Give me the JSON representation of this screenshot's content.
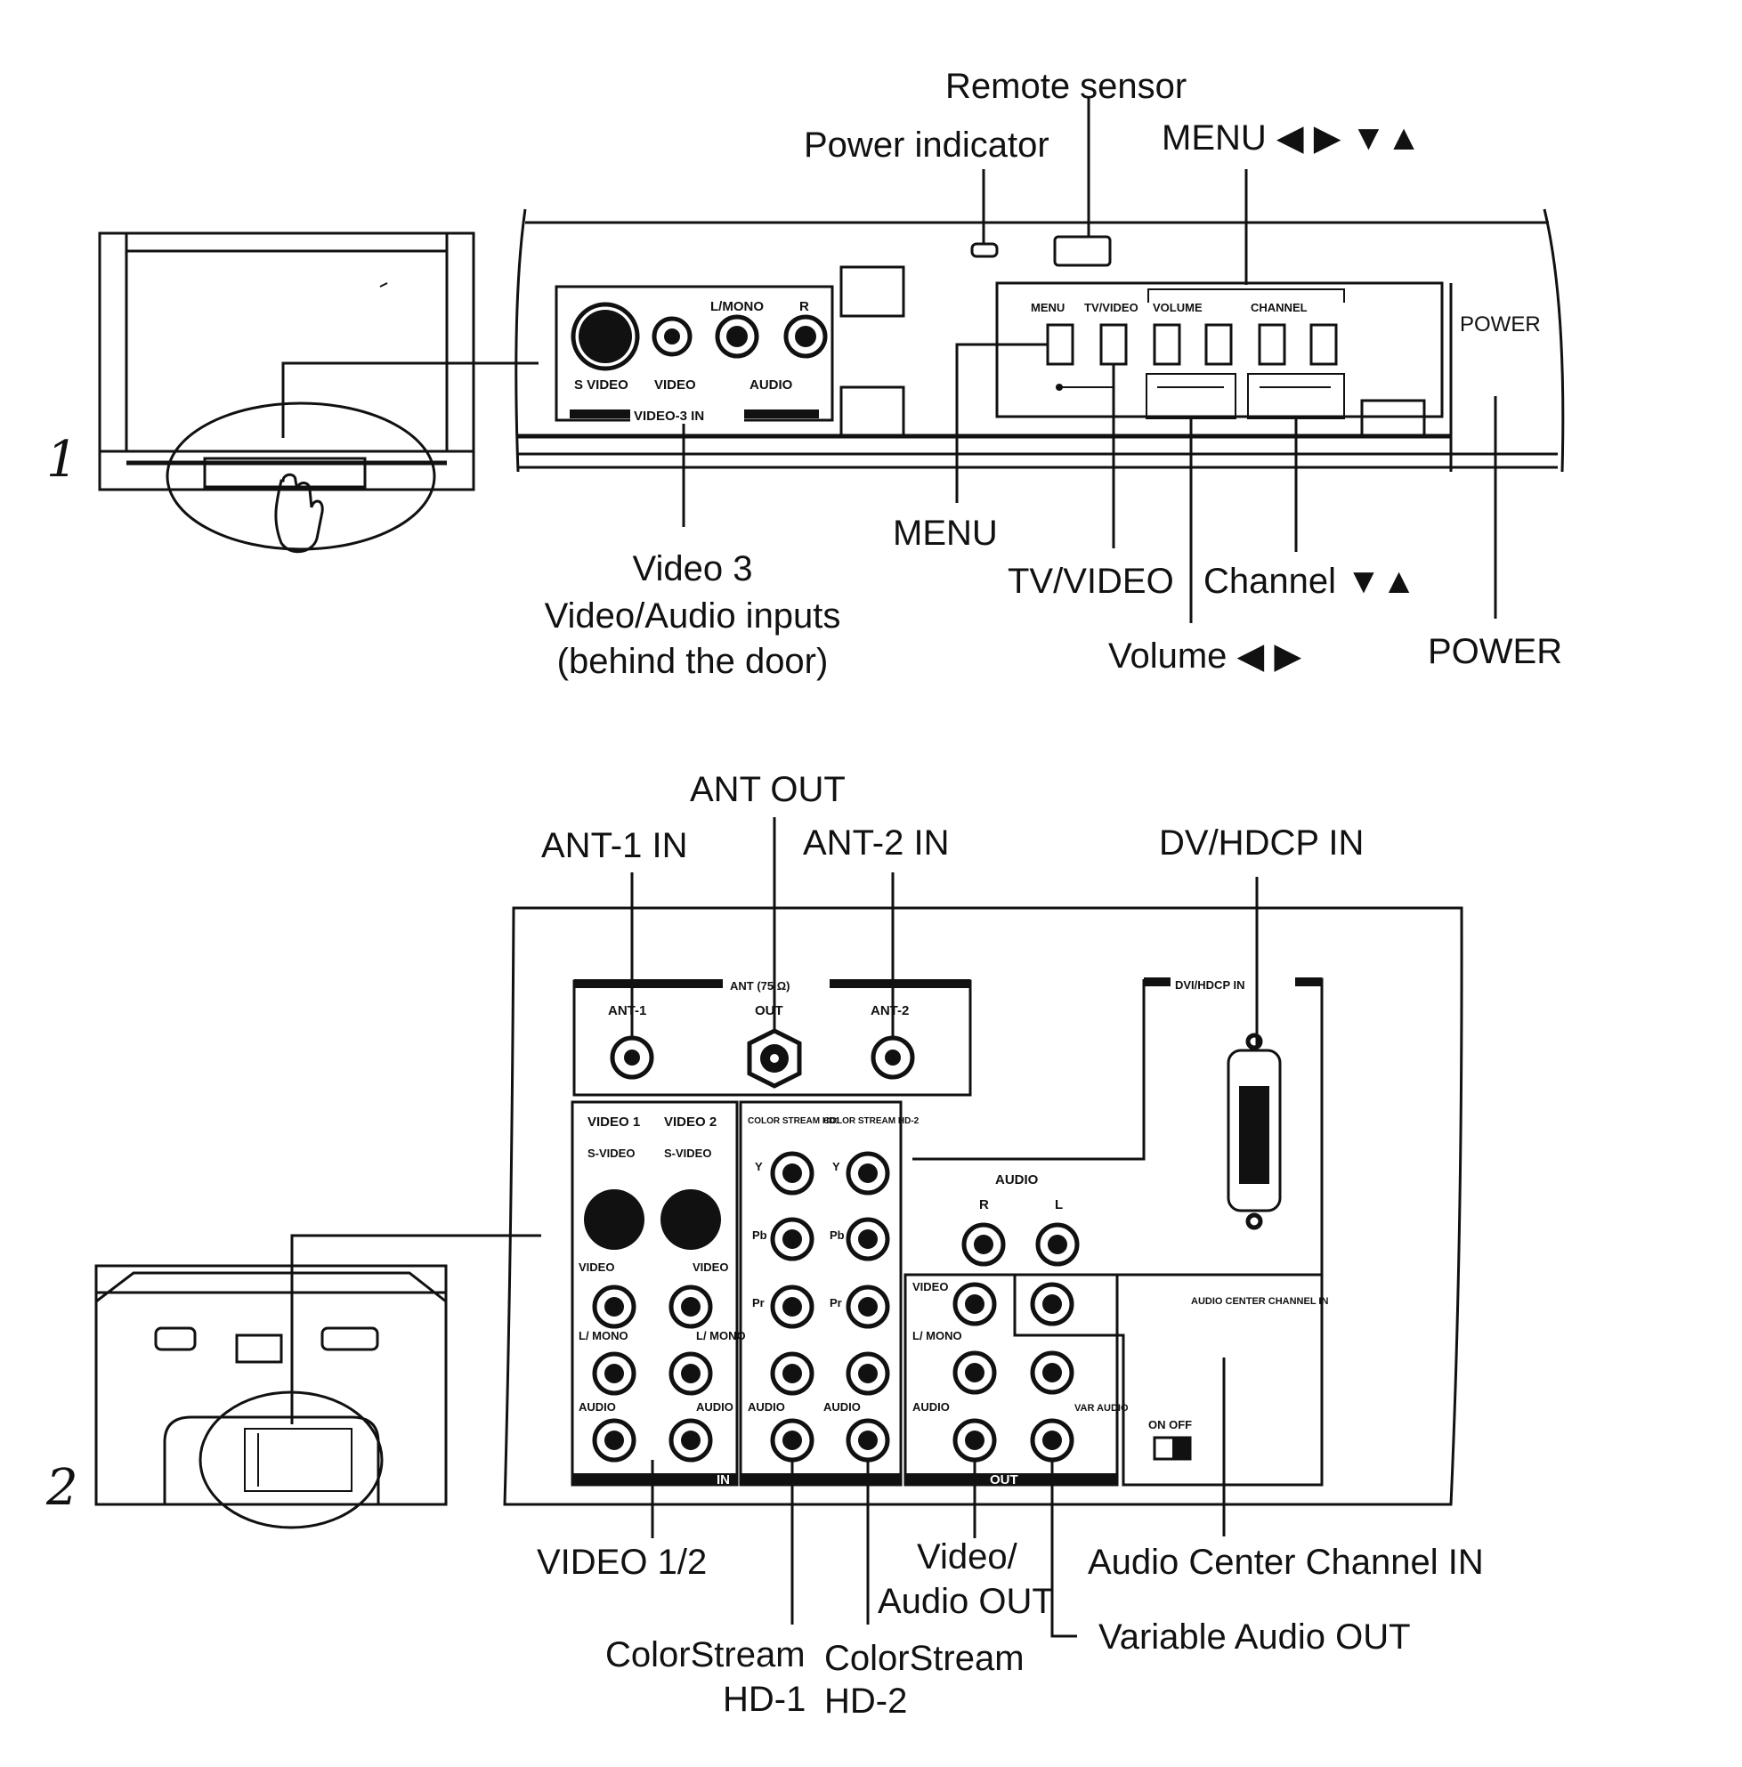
{
  "figure1": {
    "number": "1",
    "callouts": {
      "remote_sensor": "Remote sensor",
      "power_indicator": "Power indicator",
      "menu_arrows": "MENU ◀ ▶ ▼▲",
      "menu": "MENU",
      "tv_video": "TV/VIDEO",
      "channel": "Channel ▼▲",
      "volume": "Volume ◀ ▶",
      "power": "POWER",
      "video3_line1": "Video 3",
      "video3_line2": "Video/Audio inputs",
      "video3_line3": "(behind the door)"
    },
    "panel": {
      "s_video": "S VIDEO",
      "video": "VIDEO",
      "l_mono": "L/MONO",
      "r": "R",
      "audio": "AUDIO",
      "video3_in": "VIDEO-3 IN",
      "btn_menu": "MENU",
      "btn_tvvideo": "TV/VIDEO",
      "btn_volume": "VOLUME",
      "btn_channel": "CHANNEL",
      "power_box": "POWER"
    }
  },
  "figure2": {
    "number": "2",
    "callouts": {
      "ant_out": "ANT OUT",
      "ant1_in": "ANT-1 IN",
      "ant2_in": "ANT-2 IN",
      "dvi_in": "DV/HDCP IN",
      "video12": "VIDEO 1/2",
      "va_out_line1": "Video/",
      "va_out_line2": "Audio OUT",
      "audio_center": "Audio Center Channel IN",
      "variable_audio": "Variable Audio OUT",
      "cs1_line1": "ColorStream",
      "cs1_line2": "HD-1",
      "cs2_line1": "ColorStream",
      "cs2_line2": "HD-2"
    },
    "panel": {
      "ant_header": "ANT (75 Ω)",
      "ant1": "ANT-1",
      "out": "OUT",
      "ant2": "ANT-2",
      "dvi_header": "DVI/HDCP IN",
      "video1": "VIDEO 1",
      "video2": "VIDEO 2",
      "s_video": "S-VIDEO",
      "cs1": "COLOR STREAM HD1",
      "cs2": "COLOR STREAM HD-2",
      "y": "Y",
      "pb": "Pb",
      "pr": "Pr",
      "video": "VIDEO",
      "l_mono": "L/ MONO",
      "audio": "AUDIO",
      "l": "L",
      "r": "R",
      "in": "IN",
      "out_label": "OUT",
      "var_audio": "VAR AUDIO",
      "audio_center": "AUDIO CENTER CHANNEL IN",
      "on_off": "ON OFF"
    }
  }
}
